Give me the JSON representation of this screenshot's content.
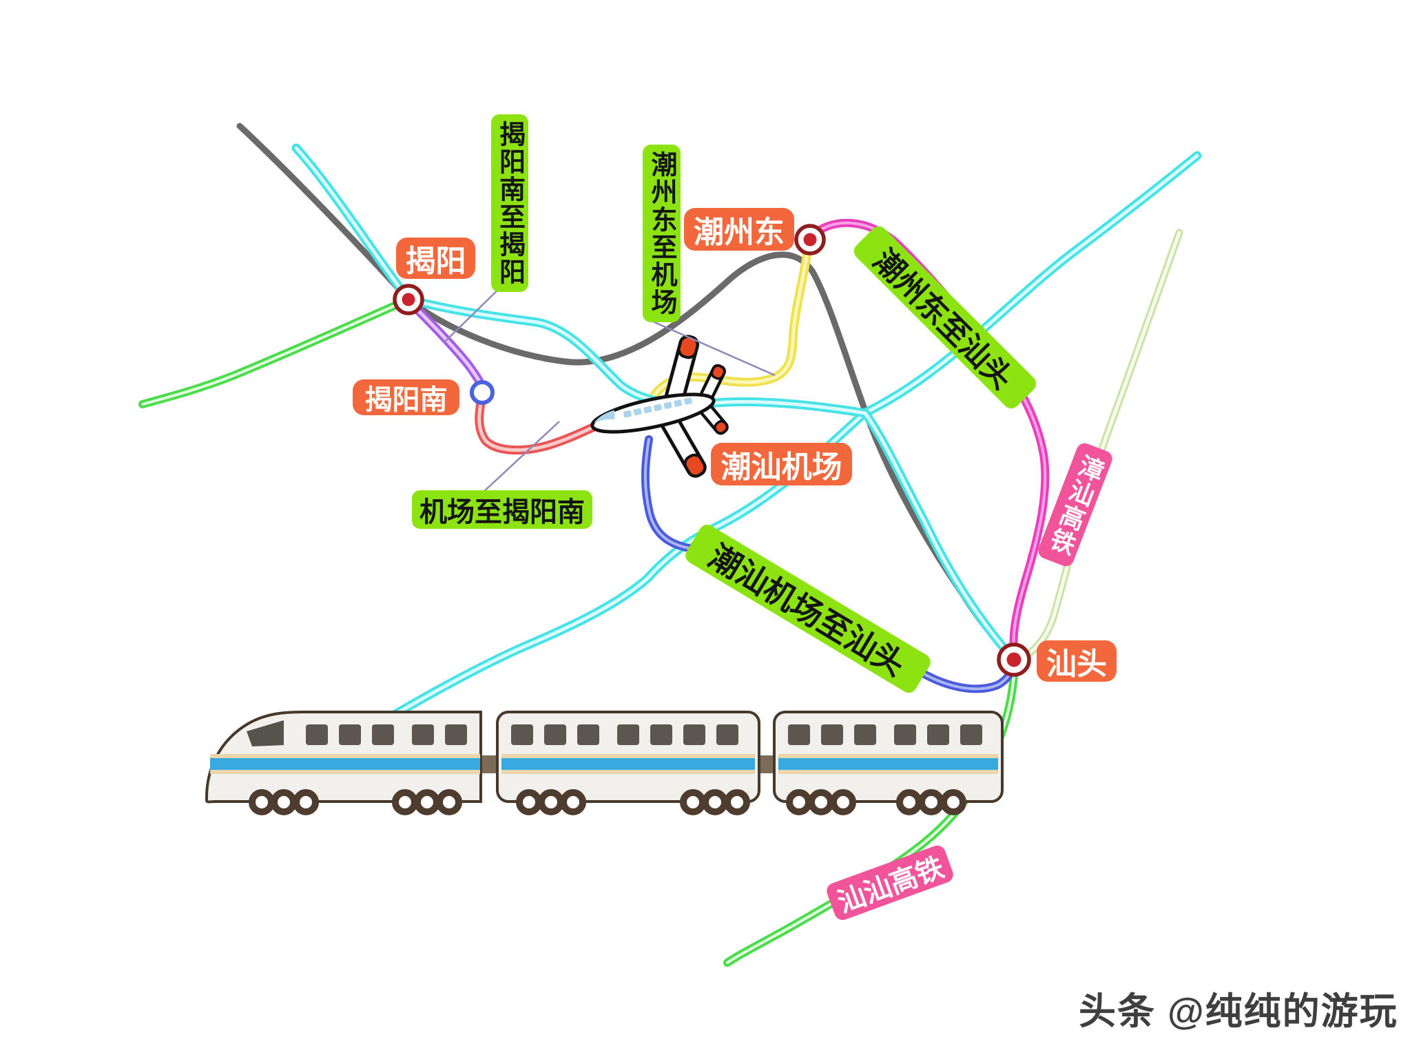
{
  "map": {
    "stations": {
      "jieyang": "揭阳",
      "jieyang_south": "揭阳南",
      "chaozhou_east": "潮州东",
      "chaoshan_airport": "潮汕机场",
      "shantou": "汕头"
    },
    "segment_labels": {
      "jieyang_south_to_jieyang": "揭阳南至揭阳",
      "chaozhou_east_to_airport": "潮州东至机场",
      "chaozhou_east_to_shantou": "潮州东至汕头",
      "airport_to_jieyang_south": "机场至揭阳南",
      "chaoshan_airport_to_shantou": "潮汕机场至汕头"
    },
    "line_labels": {
      "zhangshan_hsr": "漳汕高铁",
      "shanshan_hsr": "汕汕高铁"
    },
    "legend_colors": {
      "station_label_bg": "#F2683C",
      "segment_label_bg": "#8DE312",
      "hsr_label_bg": "#F2549C",
      "cyan_line": "#45E3E8",
      "gray_line": "#6A6A6A",
      "yellow_line": "#EFE14F",
      "magenta_line": "#E93FBF",
      "purple_line": "#A55BE8",
      "red_line": "#EA5656",
      "blue_line": "#4A5ADF",
      "green_line": "#4ADC4A",
      "pale_green_line": "#C9E3A4"
    }
  },
  "watermark": "头条 @纯纯的游玩"
}
